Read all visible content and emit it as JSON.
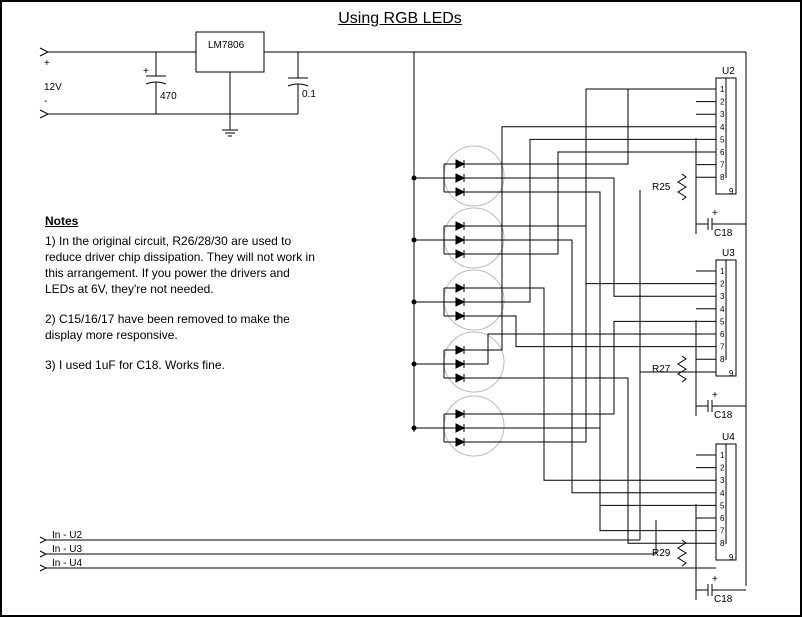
{
  "title": "Using RGB LEDs",
  "supply": {
    "voltage": "12V",
    "plus": "+",
    "minus": "-",
    "cap_value": "470",
    "cap_plus": "+",
    "regulator": "LM7806",
    "out_cap": "0.1"
  },
  "notes": {
    "heading": "Notes",
    "items": [
      "1) In the original circuit, R26/28/30 are used to reduce driver chip dissipation.  They will not work in this arrangement.  If you power the drivers and LEDs at 6V, they're not needed.",
      "2) C15/16/17 have been removed to make the display more responsive.",
      "3) I used 1uF for C18.  Works fine."
    ]
  },
  "inputs": [
    "In - U2",
    "In - U3",
    "In - U4"
  ],
  "chips": [
    {
      "name": "U2",
      "resistor": "R25",
      "cap": "C18",
      "cap_plus": "+"
    },
    {
      "name": "U3",
      "resistor": "R27",
      "cap": "C18",
      "cap_plus": "+"
    },
    {
      "name": "U4",
      "resistor": "R29",
      "cap": "C18",
      "cap_plus": "+"
    }
  ],
  "pins": [
    "1",
    "2",
    "3",
    "4",
    "5",
    "6",
    "7",
    "8",
    "9"
  ]
}
